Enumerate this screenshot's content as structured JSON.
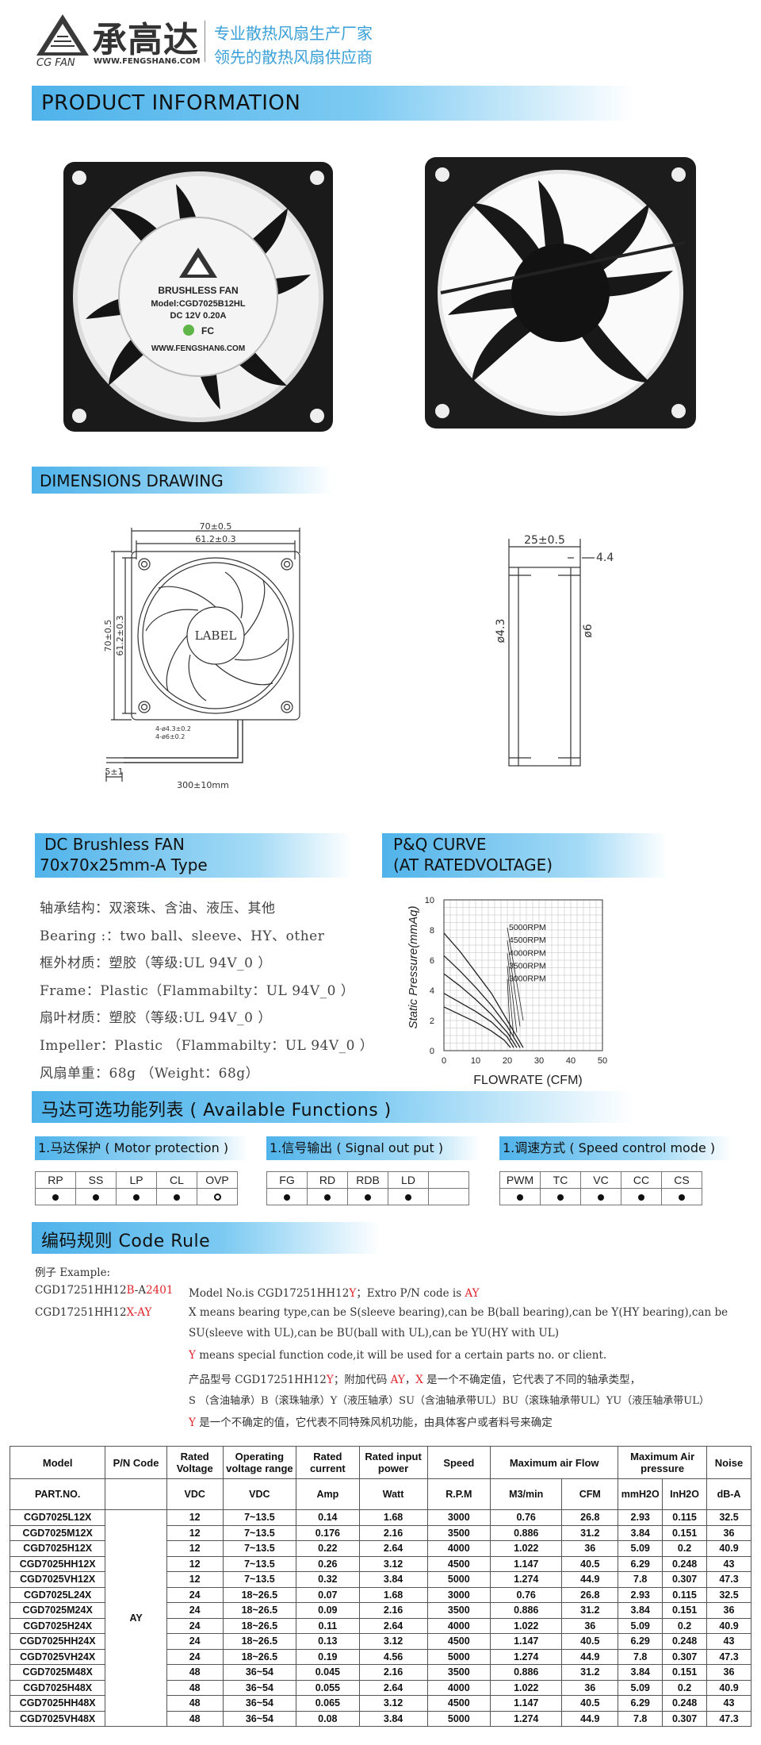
{
  "header": {
    "logo_cn": "承高达",
    "logo_en": "CG FAN",
    "website": "WWW.FENGSHAN6.COM",
    "slogan1": "专业散热风扇生产厂家",
    "slogan2": "领先的散热风扇供应商"
  },
  "sections": {
    "product_info": "PRODUCT  INFORMATION",
    "dimensions": "DIMENSIONS  DRAWING",
    "dc_title1": "DC  Brushless  FAN",
    "dc_title2": "70x70x25mm-A Type",
    "pq_title1": "P&Q  CURVE",
    "pq_title2": "(AT  RATEDVOLTAGE)",
    "functions": "马达可选功能列表 ( Available  Functions )",
    "code_rule": "编码规则 Code  Rule"
  },
  "fan_label": {
    "line1": "BRUSHLESS FAN",
    "line2": "Model:CGD7025B12HL",
    "line3": "DC 12V    0.20A",
    "line4": "WWW.FENGSHAN6.COM"
  },
  "drawing": {
    "w_outer": "70±0.5",
    "w_inner": "61.2±0.3",
    "h_outer": "70±0.5",
    "h_inner": "61.2±0.3",
    "label": "LABEL",
    "hole1": "4-ø4.3±0.2",
    "hole2": "4-ø6±0.2",
    "lead": "5±1",
    "cable": "300±10mm",
    "thick": "25±0.5",
    "rim": "4.4",
    "d1": "ø4.3",
    "d2": "ø6"
  },
  "specs": [
    "轴承结构：双滚珠、含油、液压、其他",
    "Bearing :：two  ball、sleeve、HY、other",
    "框外材质：塑胶（等级:UL 94V_0 ）",
    "Frame：Plastic（Flammabilty：UL 94V_0 ）",
    "扇叶材质：塑胶（等级:UL 94V_0 ）",
    "Impeller：Plastic （Flammabilty：UL 94V_0 ）",
    "风扇单重：68g （Weight：68g）"
  ],
  "chart_data": {
    "type": "line",
    "title": "",
    "xlabel": "FLOWRATE (CFM)",
    "ylabel": "Static  Pressure(mmAq)",
    "xlim": [
      0,
      50
    ],
    "ylim": [
      0,
      10
    ],
    "xticks": [
      0,
      10,
      20,
      30,
      40,
      50
    ],
    "yticks": [
      0,
      2,
      4,
      6,
      8,
      10
    ],
    "grid": true,
    "series": [
      {
        "name": "5000RPM",
        "x": [
          0,
          5,
          10,
          15,
          20,
          25
        ],
        "y": [
          7.8,
          6.6,
          5.2,
          3.8,
          2.0,
          0.2
        ]
      },
      {
        "name": "4500RPM",
        "x": [
          0,
          5,
          10,
          15,
          20,
          24
        ],
        "y": [
          6.3,
          5.3,
          4.2,
          3.0,
          1.6,
          0.2
        ]
      },
      {
        "name": "4000RPM",
        "x": [
          0,
          5,
          10,
          15,
          20,
          23
        ],
        "y": [
          5.1,
          4.3,
          3.4,
          2.4,
          1.2,
          0.2
        ]
      },
      {
        "name": "3500RPM",
        "x": [
          0,
          5,
          10,
          15,
          20,
          22
        ],
        "y": [
          3.8,
          3.2,
          2.6,
          1.9,
          0.9,
          0.2
        ]
      },
      {
        "name": "3000RPM",
        "x": [
          0,
          5,
          10,
          15,
          19,
          21
        ],
        "y": [
          2.9,
          2.4,
          1.9,
          1.3,
          0.7,
          0.2
        ]
      }
    ]
  },
  "functions": {
    "motor": {
      "title": "1.马达保护 ( Motor  protection )",
      "items": [
        "RP",
        "SS",
        "LP",
        "CL",
        "OVP"
      ]
    },
    "signal": {
      "title": "1.信号输出 ( Signal   out  put )",
      "items": [
        "FG",
        "RD",
        "RDB",
        "LD",
        ""
      ]
    },
    "speed": {
      "title": "1.调速方式 ( Speed  control mode )",
      "items": [
        "PWM",
        "TC",
        "VC",
        "CC",
        "CS"
      ]
    }
  },
  "code_rule": {
    "example_label": "例子 Example:",
    "code1_a": "CGD17251HH12",
    "code1_b": "B",
    "code1_c": "-A",
    "code1_d": "2401",
    "line1_a": "Model  No.is  CGD17251HH12",
    "line1_b": "Y",
    "line1_c": "；Extro  P/N  code  is  ",
    "line1_d": "AY",
    "code2_a": "CGD17251HH12",
    "code2_b": "X-AY",
    "x_line1": "X  means bearing type,can be S(sleeve bearing),can be B(ball bearing),can be Y(HY bearing),can be",
    "x_line2": "SU(sleeve with UL),can be BU(ball with UL),can be YU(HY with UL)",
    "y_line_a": "Y",
    "y_line_b": "  means special function code,it will be used for a certain parts no. or client.",
    "cn1_a": "产品型号  CGD17251HH12",
    "cn1_b": "Y",
    "cn1_c": "；附加代码  ",
    "cn1_d": "AY",
    "cn1_e": "，",
    "cn1_f": "X",
    "cn1_g": " 是一个不确定值，它代表了不同的轴承类型，",
    "cn2": "S （含油轴承）B（滚珠轴承）Y（液压轴承）SU（含油轴承带UL）BU（滚珠轴承带UL）YU（液压轴承带UL）",
    "cn3_a": "Y",
    "cn3_b": " 是一个不确定的值，它代表不同特殊风机功能，由具体客户或者料号来确定"
  },
  "table": {
    "headers": [
      "Model",
      "P/N Code",
      "Rated Voltage",
      "Operating voltage range",
      "Rated current",
      "Rated input power",
      "Speed",
      "Maximum air Flow",
      "Maximum Air pressure",
      "Noise"
    ],
    "units": [
      "PART.NO.",
      "VDC",
      "VDC",
      "Amp",
      "Watt",
      "R.P.M",
      "M3/min",
      "CFM",
      "mmH2O",
      "InH2O",
      "dB-A"
    ],
    "pn_code": "AY",
    "rows": [
      [
        "CGD7025L12X",
        "12",
        "7~13.5",
        "0.14",
        "1.68",
        "3000",
        "0.76",
        "26.8",
        "2.93",
        "0.115",
        "32.5"
      ],
      [
        "CGD7025M12X",
        "12",
        "7~13.5",
        "0.176",
        "2.16",
        "3500",
        "0.886",
        "31.2",
        "3.84",
        "0.151",
        "36"
      ],
      [
        "CGD7025H12X",
        "12",
        "7~13.5",
        "0.22",
        "2.64",
        "4000",
        "1.022",
        "36",
        "5.09",
        "0.2",
        "40.9"
      ],
      [
        "CGD7025HH12X",
        "12",
        "7~13.5",
        "0.26",
        "3.12",
        "4500",
        "1.147",
        "40.5",
        "6.29",
        "0.248",
        "43"
      ],
      [
        "CGD7025VH12X",
        "12",
        "7~13.5",
        "0.32",
        "3.84",
        "5000",
        "1.274",
        "44.9",
        "7.8",
        "0.307",
        "47.3"
      ],
      [
        "CGD7025L24X",
        "24",
        "18~26.5",
        "0.07",
        "1.68",
        "3000",
        "0.76",
        "26.8",
        "2.93",
        "0.115",
        "32.5"
      ],
      [
        "CGD7025M24X",
        "24",
        "18~26.5",
        "0.09",
        "2.16",
        "3500",
        "0.886",
        "31.2",
        "3.84",
        "0.151",
        "36"
      ],
      [
        "CGD7025H24X",
        "24",
        "18~26.5",
        "0.11",
        "2.64",
        "4000",
        "1.022",
        "36",
        "5.09",
        "0.2",
        "40.9"
      ],
      [
        "CGD7025HH24X",
        "24",
        "18~26.5",
        "0.13",
        "3.12",
        "4500",
        "1.147",
        "40.5",
        "6.29",
        "0.248",
        "43"
      ],
      [
        "CGD7025VH24X",
        "24",
        "18~26.5",
        "0.19",
        "4.56",
        "5000",
        "1.274",
        "44.9",
        "7.8",
        "0.307",
        "47.3"
      ],
      [
        "CGD7025M48X",
        "48",
        "36~54",
        "0.045",
        "2.16",
        "3500",
        "0.886",
        "31.2",
        "3.84",
        "0.151",
        "36"
      ],
      [
        "CGD7025H48X",
        "48",
        "36~54",
        "0.055",
        "2.64",
        "4000",
        "1.022",
        "36",
        "5.09",
        "0.2",
        "40.9"
      ],
      [
        "CGD7025HH48X",
        "48",
        "36~54",
        "0.065",
        "3.12",
        "4500",
        "1.147",
        "40.5",
        "6.29",
        "0.248",
        "43"
      ],
      [
        "CGD7025VH48X",
        "48",
        "36~54",
        "0.08",
        "3.84",
        "5000",
        "1.274",
        "44.9",
        "7.8",
        "0.307",
        "47.3"
      ]
    ]
  },
  "colors": {
    "banner": "#4fb3ea",
    "accent_red": "#e0242b",
    "slogan": "#3aa0d8"
  }
}
